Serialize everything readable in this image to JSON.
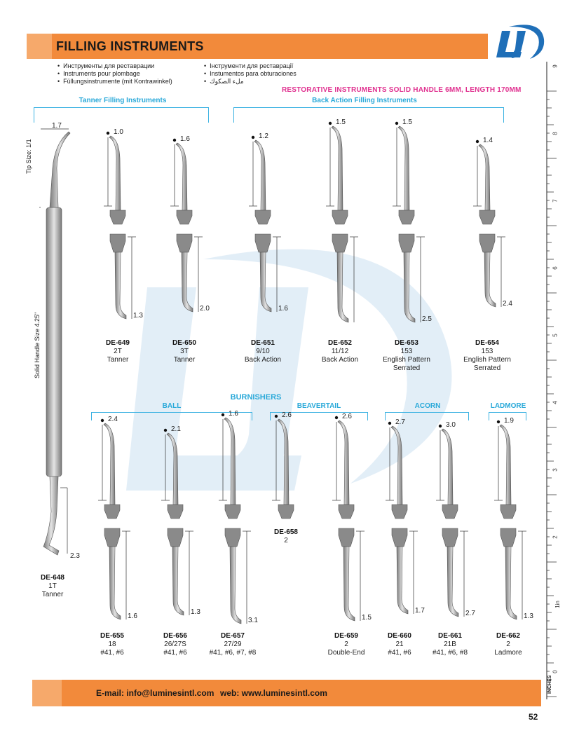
{
  "header": {
    "title": "FILLING INSTRUMENTS",
    "bullets_left": [
      "Инструменты для реставрации",
      "Instruments pour plombage",
      "Füllungsinstrumente (mit Kontrawinkel)"
    ],
    "bullets_right": [
      "Інструменти для реставрації",
      "Instumentos para obturaciones",
      "ملء الصكوك"
    ],
    "subtitle": "RESTORATIVE INSTRUMENTS SOLID HANDLE 6MM, LENGTH 170MM"
  },
  "groups": {
    "tanner": "Tanner Filling Instruments",
    "back_action": "Back Action Filling Instruments",
    "burnishers": "BURNISHERS",
    "ball": "BALL",
    "beavertail": "BEAVERTAIL",
    "acorn": "ACORN",
    "ladmore": "LADMORE"
  },
  "side_labels": {
    "tip_size": "Tip Size: 1/1",
    "handle_size": "Solid Handle Size 4.25\""
  },
  "instruments": [
    {
      "code": "DE-648",
      "line1": "1T",
      "line2": "Tanner",
      "top": "1.7",
      "bottom": "2.3"
    },
    {
      "code": "DE-649",
      "line1": "2T",
      "line2": "Tanner",
      "top": "1.0",
      "bottom": "1.3"
    },
    {
      "code": "DE-650",
      "line1": "3T",
      "line2": "Tanner",
      "top": "1.6",
      "bottom": "2.0"
    },
    {
      "code": "DE-651",
      "line1": "9/10",
      "line2": "Back Action",
      "top": "1.2",
      "bottom": "1.6"
    },
    {
      "code": "DE-652",
      "line1": "11/12",
      "line2": "Back Action",
      "top": "1.5",
      "bottom": ""
    },
    {
      "code": "DE-653",
      "line1": "153",
      "line2": "English Pattern",
      "line3": "Serrated",
      "top": "1.5",
      "bottom": "2.5"
    },
    {
      "code": "DE-654",
      "line1": "153",
      "line2": "English Pattern",
      "line3": "Serrated",
      "top": "1.4",
      "bottom": "2.4"
    },
    {
      "code": "DE-655",
      "line1": "18",
      "line2": "#41, #6",
      "top": "2.4",
      "bottom": "1.6"
    },
    {
      "code": "DE-656",
      "line1": "26/27S",
      "line2": "#41, #6",
      "top": "2.1",
      "bottom": "1.3"
    },
    {
      "code": "DE-657",
      "line1": "27/29",
      "line2": "#41, #6, #7, #8",
      "top": "1.6",
      "bottom": "3.1"
    },
    {
      "code": "DE-658",
      "line1": "2",
      "line2": "",
      "top": "2.6",
      "bottom": ""
    },
    {
      "code": "DE-659",
      "line1": "2",
      "line2": "Double-End",
      "top": "2.6",
      "bottom": "1.5"
    },
    {
      "code": "DE-660",
      "line1": "21",
      "line2": "#41, #6",
      "top": "2.7",
      "bottom": "1.7"
    },
    {
      "code": "DE-661",
      "line1": "21B",
      "line2": "#41, #6, #8",
      "top": "3.0",
      "bottom": "2.7"
    },
    {
      "code": "DE-662",
      "line1": "2",
      "line2": "Ladmore",
      "top": "1.9",
      "bottom": "1.3"
    }
  ],
  "ruler": {
    "numbers": [
      "9",
      "8",
      "7",
      "6",
      "5",
      "4",
      "3",
      "2",
      "1in",
      "0"
    ],
    "unit": "INCHES"
  },
  "footer": {
    "email": "E-mail: info@luminesintl.com",
    "web": "web: www.luminesintl.com",
    "page": "52"
  },
  "colors": {
    "orange": "#f28a3b",
    "cyan": "#3bb2e2",
    "magenta": "#e0308f"
  }
}
